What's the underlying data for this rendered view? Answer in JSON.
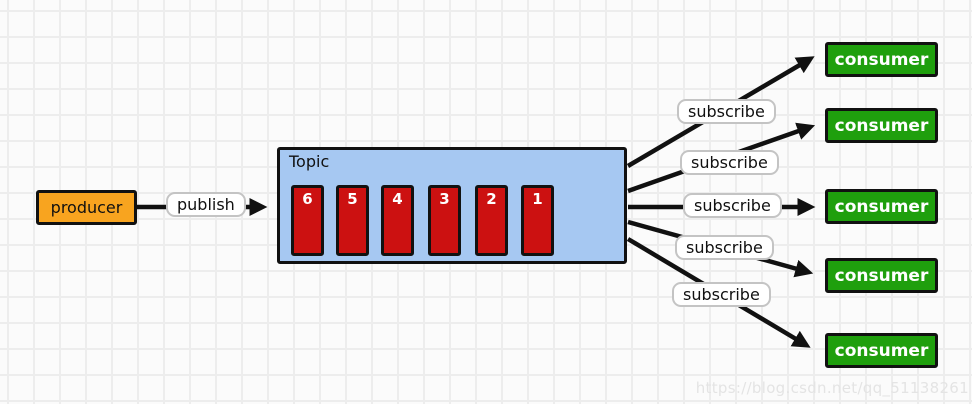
{
  "colors": {
    "canvas_bg": "#FBFBFB",
    "grid_line": "#EDEDED",
    "ink": "#111111",
    "arrow": "#111111",
    "producer_bg": "#F8A41F",
    "topic_bg": "#A6C8F2",
    "message_bg": "#CC1111",
    "consumer_bg": "#1F9F0D",
    "label_bg": "#FFFFFF",
    "label_border": "#C4C4C4",
    "watermark": "#E4E4E4"
  },
  "producer": {
    "label": "producer"
  },
  "publish": {
    "label": "publish"
  },
  "topic": {
    "title": "Topic",
    "messages": [
      {
        "value": "6"
      },
      {
        "value": "5"
      },
      {
        "value": "4"
      },
      {
        "value": "3"
      },
      {
        "value": "2"
      },
      {
        "value": "1"
      }
    ]
  },
  "subscriptions": [
    {
      "label": "subscribe"
    },
    {
      "label": "subscribe"
    },
    {
      "label": "subscribe"
    },
    {
      "label": "subscribe"
    },
    {
      "label": "subscribe"
    }
  ],
  "consumers": [
    {
      "label": "consumer"
    },
    {
      "label": "consumer"
    },
    {
      "label": "consumer"
    },
    {
      "label": "consumer"
    },
    {
      "label": "consumer"
    }
  ],
  "watermark": {
    "text": "https://blog.csdn.net/qq_51138261"
  }
}
